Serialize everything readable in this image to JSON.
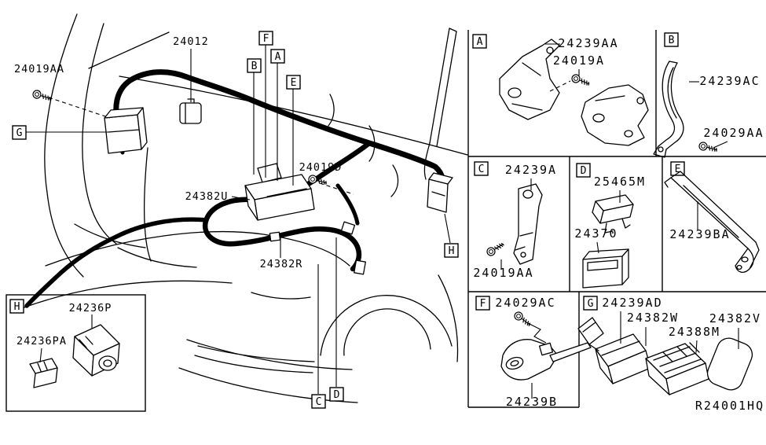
{
  "main": {
    "part_labels": {
      "p24019aa": "24019AA",
      "p24012": "24012",
      "p24019d": "24019D",
      "p24382u": "24382U",
      "p24382r": "24382R"
    },
    "callouts": {
      "g": "G",
      "f": "F",
      "b": "B",
      "a": "A",
      "e": "E",
      "h": "H",
      "c": "C",
      "d": "D"
    }
  },
  "inset": {
    "callout": "H",
    "part_labels": {
      "p24236p": "24236P",
      "p24236pa": "24236PA"
    }
  },
  "panel": {
    "sections": {
      "a": {
        "letter": "A",
        "parts": {
          "p1": "24239AA",
          "p2": "24019A"
        }
      },
      "b": {
        "letter": "B",
        "parts": {
          "p1": "24239AC",
          "p2": "24029AA"
        }
      },
      "c": {
        "letter": "C",
        "parts": {
          "p1": "24239A",
          "p2": "24019AA"
        }
      },
      "d": {
        "letter": "D",
        "parts": {
          "p1": "25465M",
          "p2": "24370"
        }
      },
      "e": {
        "letter": "E",
        "parts": {
          "p1": "24239BA"
        }
      },
      "f": {
        "letter": "F",
        "parts": {
          "p1": "24029AC",
          "p2": "24239B"
        }
      },
      "g": {
        "letter": "G",
        "parts": {
          "p1": "24239AD",
          "p2": "24382W",
          "p3": "24388M",
          "p4": "24382V"
        }
      }
    },
    "ref_code": "R24001HQ"
  },
  "colors": {
    "line": "#000000",
    "background": "#ffffff"
  }
}
